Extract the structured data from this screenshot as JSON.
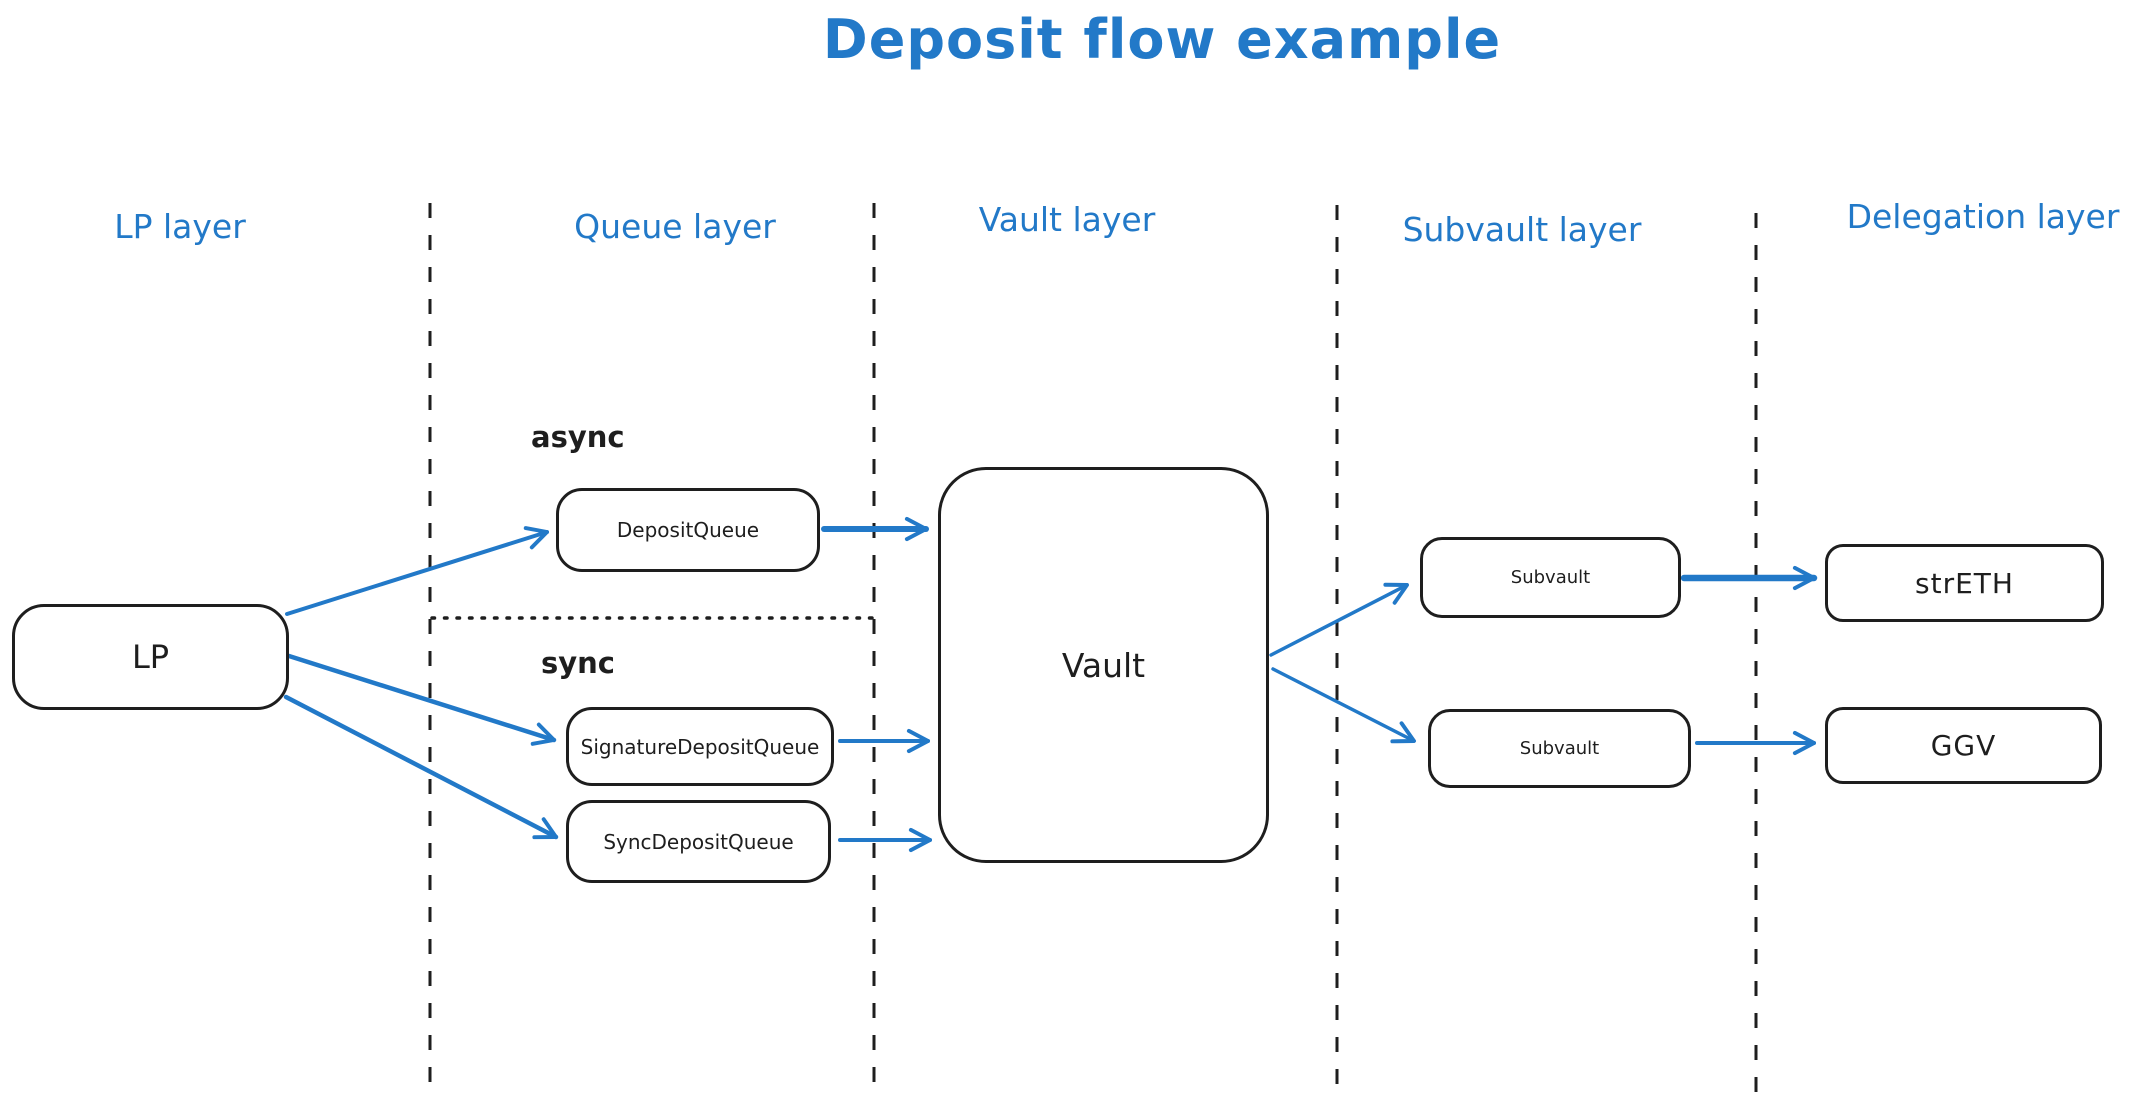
{
  "title": "Deposit flow example",
  "colors": {
    "accent_blue": "#2279c8",
    "stroke_dark": "#1e1e1e",
    "background": "#ffffff"
  },
  "layers": [
    {
      "label": "LP layer"
    },
    {
      "label": "Queue layer"
    },
    {
      "label": "Vault layer"
    },
    {
      "label": "Subvault layer"
    },
    {
      "label": "Delegation layer"
    }
  ],
  "group_labels": {
    "async": "async",
    "sync": "sync"
  },
  "nodes": {
    "lp": {
      "label": "LP"
    },
    "deposit_queue": {
      "label": "DepositQueue"
    },
    "signature_deposit_queue": {
      "label": "SignatureDepositQueue"
    },
    "sync_deposit_queue": {
      "label": "SyncDepositQueue"
    },
    "vault": {
      "label": "Vault"
    },
    "subvault_top": {
      "label": "Subvault"
    },
    "subvault_bottom": {
      "label": "Subvault"
    },
    "streth": {
      "label": "strETH"
    },
    "ggv": {
      "label": "GGV"
    }
  },
  "edges": [
    {
      "from": "LP",
      "to": "DepositQueue"
    },
    {
      "from": "LP",
      "to": "SignatureDepositQueue"
    },
    {
      "from": "LP",
      "to": "SyncDepositQueue"
    },
    {
      "from": "DepositQueue",
      "to": "Vault"
    },
    {
      "from": "SignatureDepositQueue",
      "to": "Vault"
    },
    {
      "from": "SyncDepositQueue",
      "to": "Vault"
    },
    {
      "from": "Vault",
      "to": "Subvault (top)"
    },
    {
      "from": "Vault",
      "to": "Subvault (bottom)"
    },
    {
      "from": "Subvault (top)",
      "to": "strETH"
    },
    {
      "from": "Subvault (bottom)",
      "to": "GGV"
    }
  ]
}
